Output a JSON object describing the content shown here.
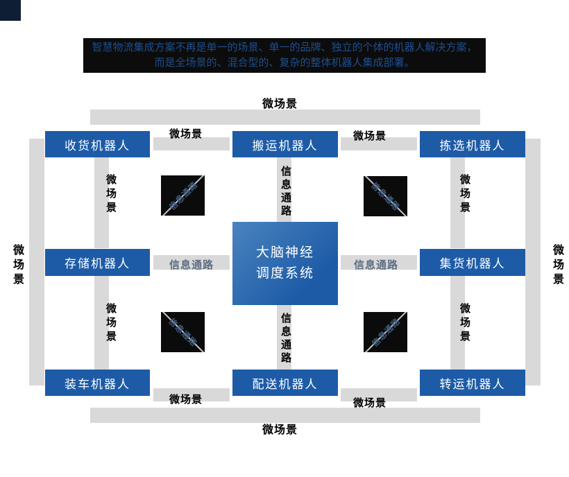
{
  "banner": {
    "line1": "智慧物流集成方案不再是单一的场景、单一的品牌、独立的个体的机器人解决方案，",
    "line2": "而是全场景的、混合型的、复杂的整体机器人集成部署。"
  },
  "labels": {
    "micro_scene": "微场景",
    "info_path": "信息通路"
  },
  "nodes": {
    "receive": "收货机器人",
    "carry": "搬运机器人",
    "pick": "拣选机器人",
    "store": "存储机器人",
    "gather": "集货机器人",
    "load": "装车机器人",
    "deliver": "配送机器人",
    "transfer": "转运机器人",
    "center_line1": "大脑神经",
    "center_line2": "调度系统"
  },
  "colors": {
    "node_blue": "#1d5ba7",
    "center_gradient_light": "#4a83be",
    "connector_gray": "#d9d9d9",
    "info_node_black": "#0b0b0b",
    "info_path_diagonal_text": "#3c5a7d",
    "banner_bg": "#0c0c0c",
    "banner_text": "#1d4e8f",
    "corner_accent": "#0e1f33"
  }
}
